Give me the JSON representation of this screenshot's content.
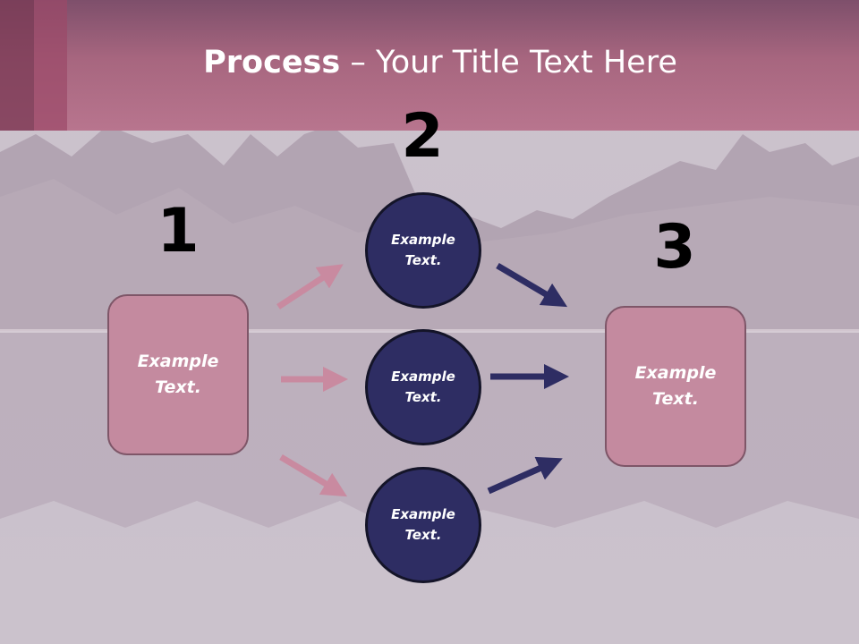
{
  "slide": {
    "title_bold": "Process",
    "title_rest": " – Your Title Text Here"
  },
  "steps": {
    "step1_number": "1",
    "step2_number": "2",
    "step3_number": "3"
  },
  "left_box": {
    "line1": "Example",
    "line2": "Text."
  },
  "right_box": {
    "line1": "Example",
    "line2": "Text."
  },
  "circles": [
    {
      "line1": "Example",
      "line2": "Text."
    },
    {
      "line1": "Example",
      "line2": "Text."
    },
    {
      "line1": "Example",
      "line2": "Text."
    }
  ],
  "colors": {
    "title_bar": "#b8758e",
    "box_fill": "#c48a9f",
    "circle_fill": "#2e2d63",
    "pink_arrow": "#c98aa0",
    "navy_arrow": "#2e2d63"
  }
}
